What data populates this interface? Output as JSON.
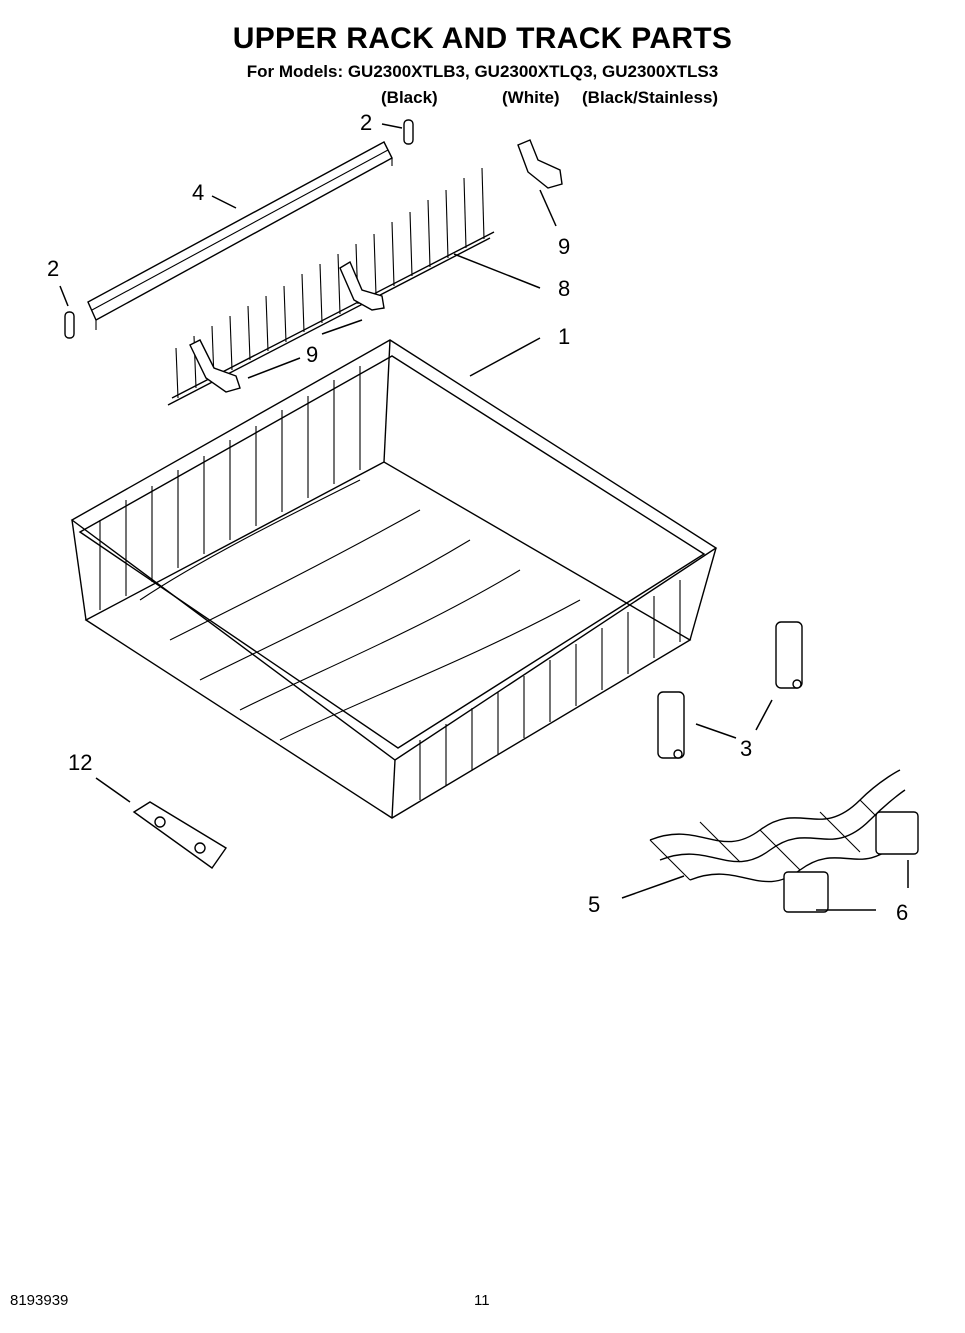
{
  "header": {
    "title": "UPPER RACK AND TRACK PARTS",
    "models_line": "For Models: GU2300XTLB3, GU2300XTLQ3, GU2300XTLS3",
    "variants": [
      "(Black)",
      "(White)",
      "(Black/Stainless)"
    ]
  },
  "callouts": {
    "c1": "1",
    "c2a": "2",
    "c2b": "2",
    "c3": "3",
    "c4": "4",
    "c5": "5",
    "c6": "6",
    "c8": "8",
    "c9a": "9",
    "c9b": "9",
    "c12": "12"
  },
  "footer": {
    "doc_number": "8193939",
    "page_number": "11"
  }
}
